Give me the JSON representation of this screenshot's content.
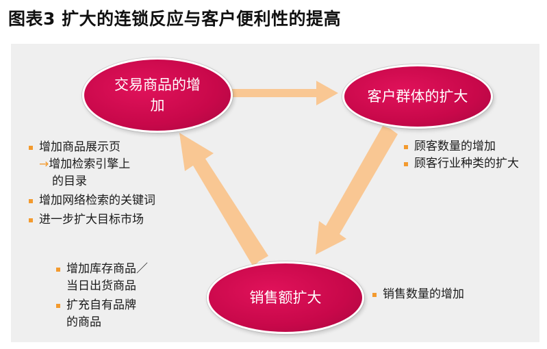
{
  "title": "图表3 扩大的连锁反应与客户便利性的提高",
  "colors": {
    "node_fill": "#c8084a",
    "arrow": "#f9c793",
    "bullet": "#f39a2e",
    "panel": "#efefef"
  },
  "nodes": {
    "trade": {
      "label": "交易商品的增加"
    },
    "customer": {
      "label": "客户群体的扩大"
    },
    "sales": {
      "label": "销售额扩大"
    }
  },
  "lists": {
    "trade": {
      "items": [
        {
          "text": "增加商品展示页",
          "sub": [
            "增加检索引擎上",
            "的目录"
          ]
        },
        {
          "text": "增加网络检索的关键词"
        },
        {
          "text": "进一步扩大目标市场"
        }
      ],
      "sub_arrow": "→"
    },
    "customer": {
      "items": [
        {
          "text": "顾客数量的增加"
        },
        {
          "text": "顾客行业种类的扩大"
        }
      ]
    },
    "sales": {
      "items": [
        {
          "text": "销售数量的增加"
        }
      ]
    },
    "inventory": {
      "items": [
        {
          "text": "增加库存商品／",
          "sub": [
            "当日出货商品"
          ]
        },
        {
          "text": "扩充自有品牌",
          "sub": [
            "的商品"
          ]
        }
      ]
    }
  }
}
